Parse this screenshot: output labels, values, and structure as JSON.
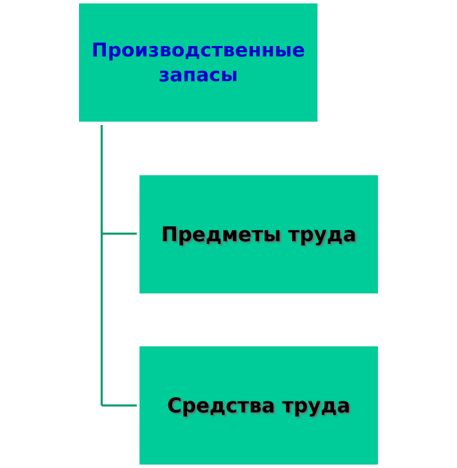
{
  "diagram": {
    "root": {
      "label": "Производственные запасы"
    },
    "children": [
      {
        "label": "Предметы труда"
      },
      {
        "label": "Средства труда"
      }
    ]
  },
  "colors": {
    "box_fill": "#00cc99",
    "root_text": "#0000cc",
    "child_text": "#000000",
    "connector": "#009966"
  }
}
